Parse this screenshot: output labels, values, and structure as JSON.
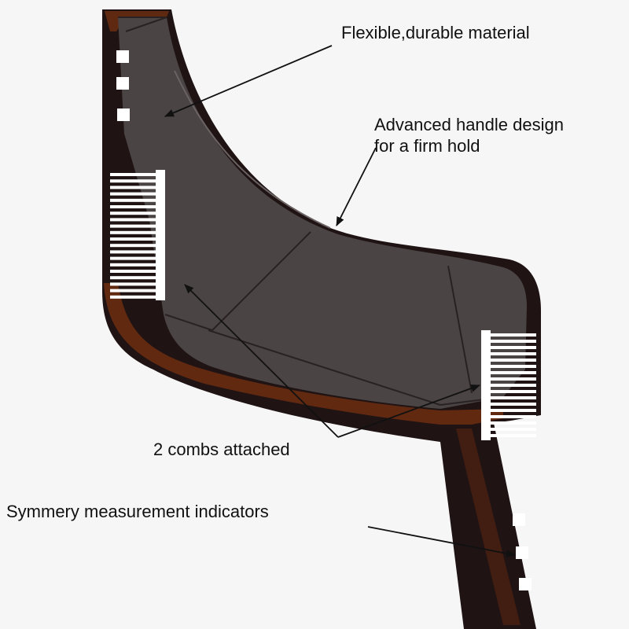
{
  "callouts": {
    "flexible_material": "Flexible,durable material",
    "handle_line1": "Advanced handle design",
    "handle_line2": "for a firm hold",
    "combs_attached": "2 combs attached",
    "symmetry_indicators": "Symmery measurement indicators"
  },
  "colors": {
    "background": "#f6f6f6",
    "body_dark": "#1f1313",
    "face_gray": "#4a4444",
    "amber_edge": "#6e2e12",
    "teeth": "#ffffff",
    "text": "#111111"
  },
  "icons": {
    "teeth": "comb-teeth-icon",
    "marker": "square-marker-icon",
    "arrow": "arrow-icon"
  }
}
